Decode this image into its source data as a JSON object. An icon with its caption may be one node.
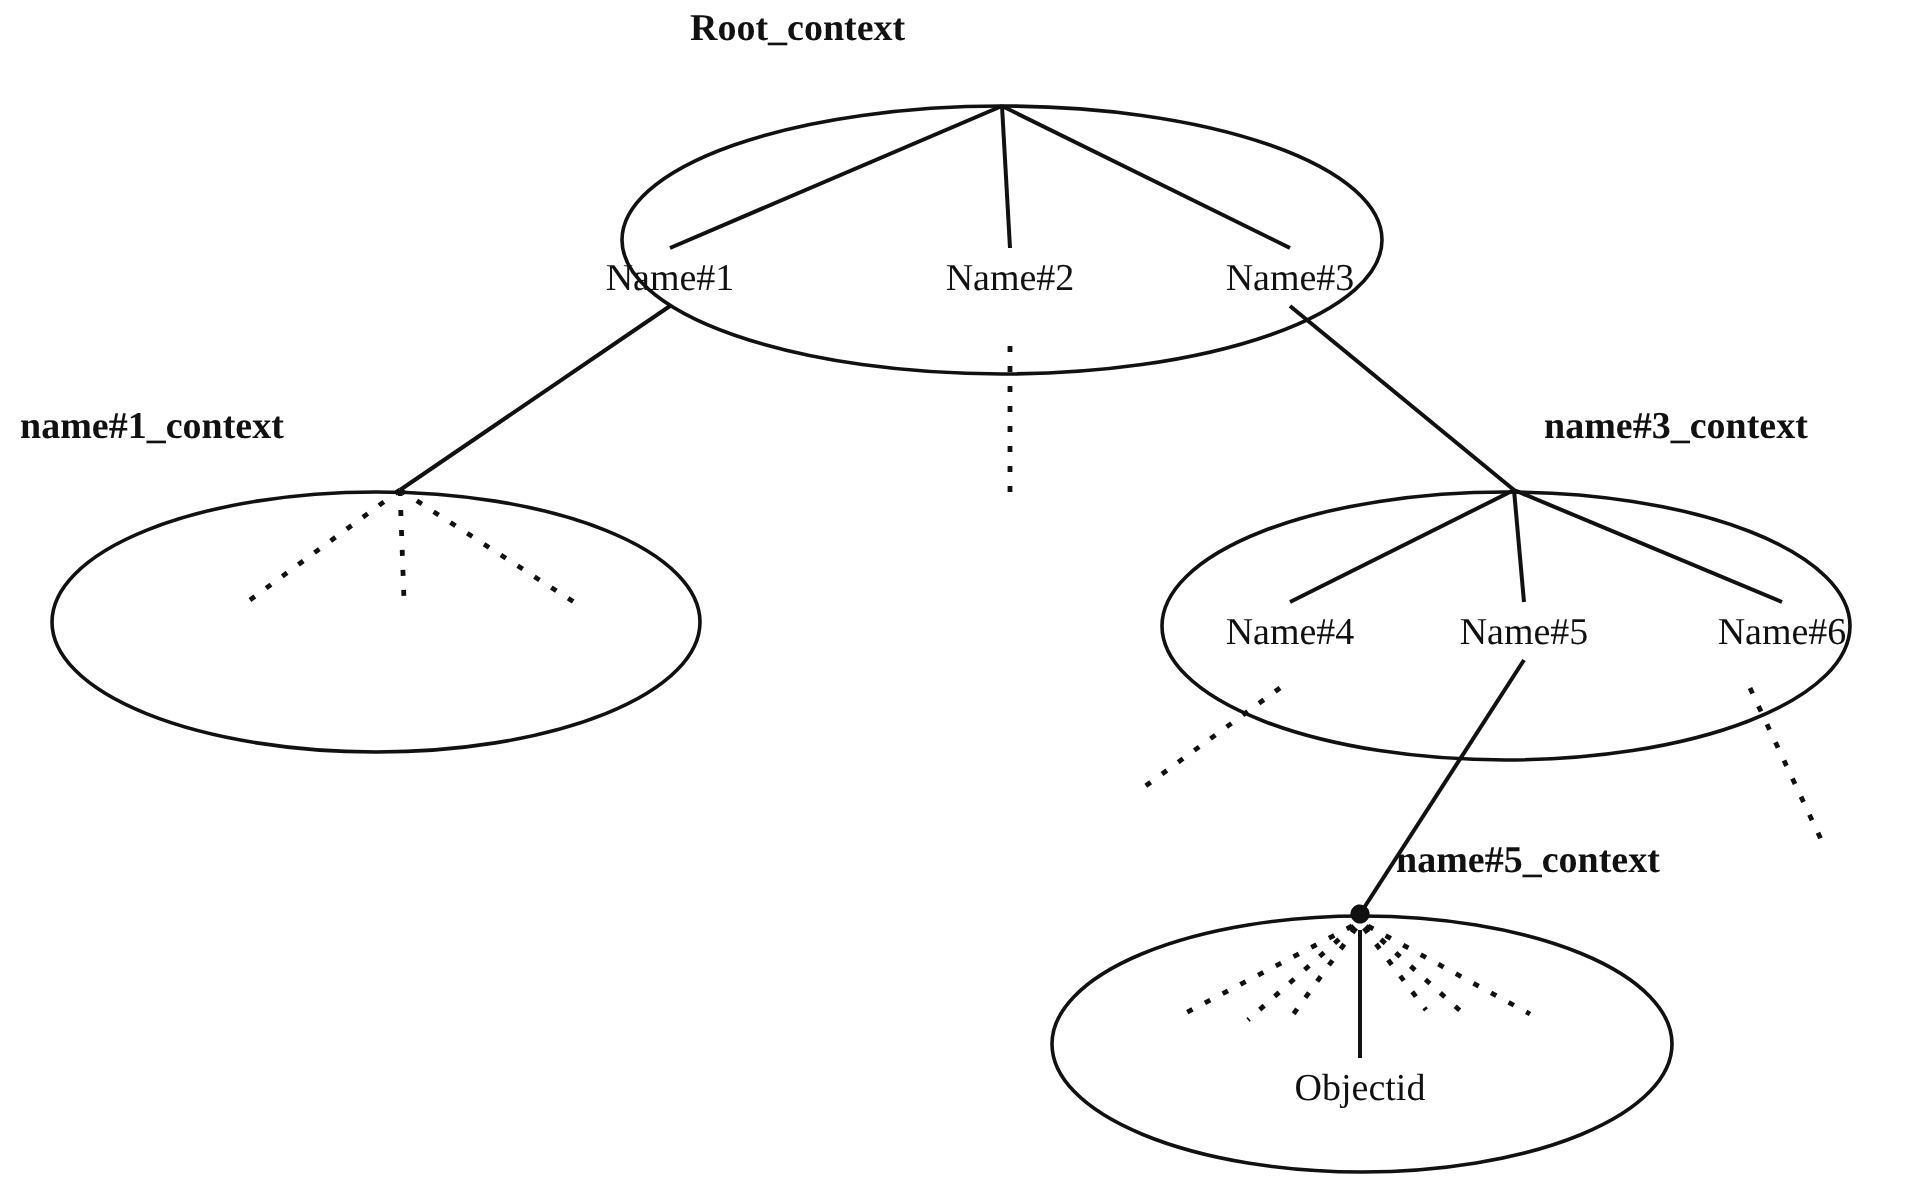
{
  "diagram": {
    "nodes": [
      {
        "text": [
          "Root_context"
        ]
      },
      {
        "text": [
          "Name#1"
        ],
        "in": 0
      },
      {
        "text": [
          "Name#2"
        ],
        "in": 0
      },
      {
        "text": [
          "Name#3"
        ],
        "in": 0
      },
      {
        "text": [
          "name#1_context"
        ]
      },
      {
        "text": [
          "name#3_context"
        ]
      },
      {
        "text": [
          "Name#4"
        ],
        "in": 5
      },
      {
        "text": [
          "Name#5"
        ],
        "in": 5
      },
      {
        "text": [
          "Name#6"
        ],
        "in": 5
      },
      {
        "text": [
          "name#5_context"
        ]
      },
      {
        "text": [
          "Objectid"
        ],
        "in": 9
      }
    ],
    "edges": [
      {
        "from": 0,
        "to": 1,
        "arrow": "none"
      },
      {
        "from": 0,
        "to": 2,
        "arrow": "none"
      },
      {
        "from": 0,
        "to": 3,
        "arrow": "none"
      },
      {
        "from": 1,
        "to": 4,
        "arrow": "none"
      },
      {
        "from": 2,
        "to": null,
        "arrow": "none",
        "style": "dashed"
      },
      {
        "from": 3,
        "to": 5,
        "arrow": "none"
      },
      {
        "from": 4,
        "to": null,
        "arrow": "none",
        "style": "dashed"
      },
      {
        "from": 4,
        "to": null,
        "arrow": "none",
        "style": "dashed"
      },
      {
        "from": 4,
        "to": null,
        "arrow": "none",
        "style": "dashed"
      },
      {
        "from": 5,
        "to": 6,
        "arrow": "none"
      },
      {
        "from": 5,
        "to": 7,
        "arrow": "none"
      },
      {
        "from": 5,
        "to": 8,
        "arrow": "none"
      },
      {
        "from": 6,
        "to": null,
        "arrow": "none",
        "style": "dashed"
      },
      {
        "from": 8,
        "to": null,
        "arrow": "none",
        "style": "dashed"
      },
      {
        "from": 7,
        "to": 9,
        "arrow": "other"
      },
      {
        "from": 9,
        "to": null,
        "arrow": "none",
        "style": "dashed"
      },
      {
        "from": 9,
        "to": null,
        "arrow": "none",
        "style": "dashed"
      },
      {
        "from": 9,
        "to": null,
        "arrow": "none",
        "style": "dashed"
      },
      {
        "from": 9,
        "to": 10,
        "arrow": "none"
      },
      {
        "from": 9,
        "to": null,
        "arrow": "none",
        "style": "dashed"
      },
      {
        "from": 9,
        "to": null,
        "arrow": "none",
        "style": "dashed"
      },
      {
        "from": 9,
        "to": null,
        "arrow": "none",
        "style": "dashed"
      }
    ]
  }
}
